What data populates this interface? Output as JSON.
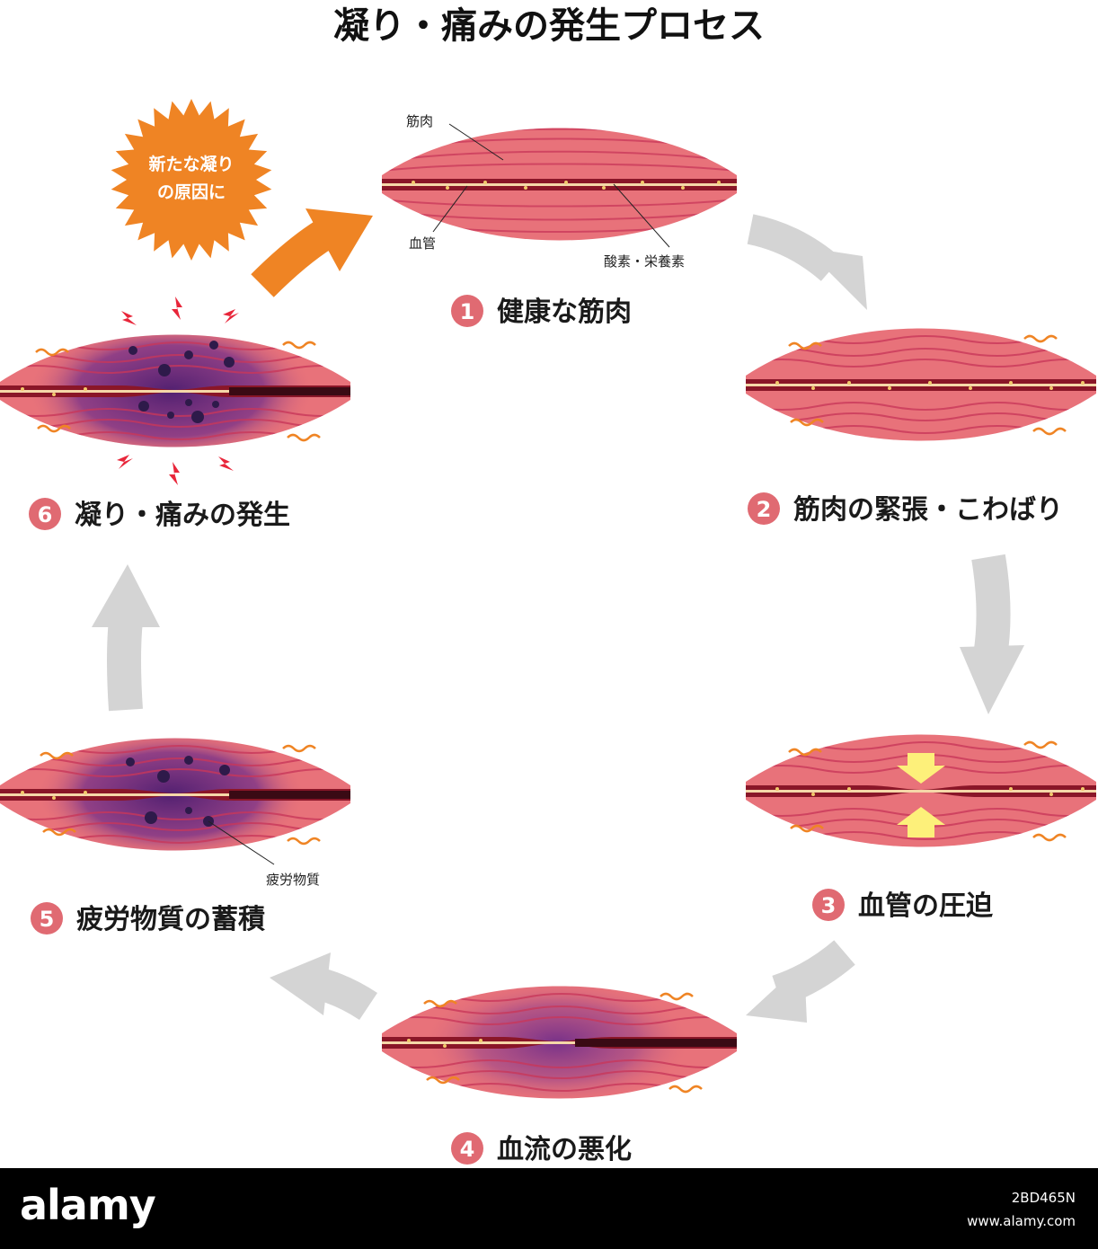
{
  "title": "凝り・痛みの発生プロセス",
  "steps": [
    {
      "num": "1",
      "label": "健康な筋肉"
    },
    {
      "num": "2",
      "label": "筋肉の緊張・こわばり"
    },
    {
      "num": "3",
      "label": "血管の圧迫"
    },
    {
      "num": "4",
      "label": "血流の悪化"
    },
    {
      "num": "5",
      "label": "疲労物質の蓄積"
    },
    {
      "num": "6",
      "label": "凝り・痛みの発生"
    }
  ],
  "annotations": {
    "muscle": "筋肉",
    "vessel": "血管",
    "oxygen": "酸素・栄養素",
    "fatigue": "疲労物質"
  },
  "burst": {
    "line1": "新たな凝り",
    "line2": "の原因に"
  },
  "footer": {
    "logo": "alamy",
    "image_id": "2BD465N",
    "url": "www.alamy.com"
  },
  "colors": {
    "muscle": "#e8727a",
    "muscle_stripe": "#c8375a",
    "vessel": "#8a1628",
    "vessel_line": "#f5d7a8",
    "purple": "#6b2a8a",
    "badge": "#e06a72",
    "gray_arrow": "#d4d4d4",
    "orange": "#ef8424",
    "yellow": "#fdf07a",
    "footer_bg": "#000000"
  }
}
